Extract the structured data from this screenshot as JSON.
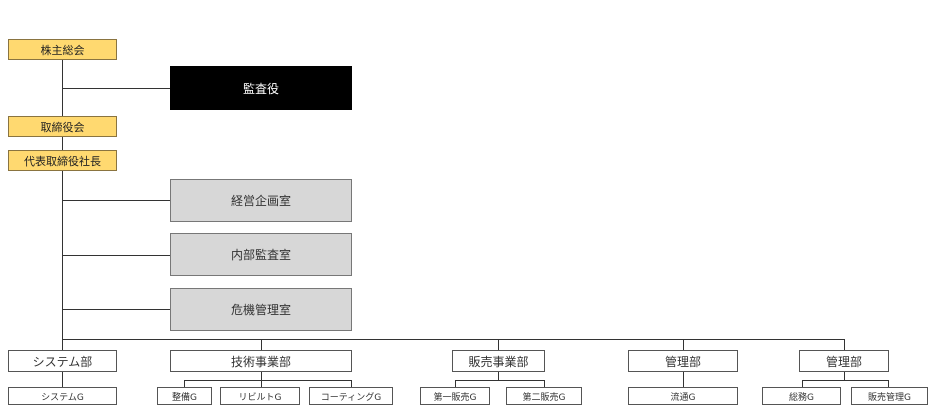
{
  "top": {
    "shareholders": "株主総会",
    "board": "取締役会",
    "president": "代表取締役社長"
  },
  "auditor": "監査役",
  "staff": [
    "経営企画室",
    "内部監査室",
    "危機管理室"
  ],
  "departments": [
    {
      "name": "システム部",
      "groups": [
        "システムG"
      ]
    },
    {
      "name": "技術事業部",
      "groups": [
        "整備G",
        "リビルトG",
        "コーティングG"
      ]
    },
    {
      "name": "販売事業部",
      "groups": [
        "第一販売G",
        "第二販売G"
      ]
    },
    {
      "name": "管理部",
      "groups": [
        "流通G"
      ]
    },
    {
      "name": "管理部",
      "groups": [
        "総務G",
        "販売管理G"
      ]
    }
  ]
}
